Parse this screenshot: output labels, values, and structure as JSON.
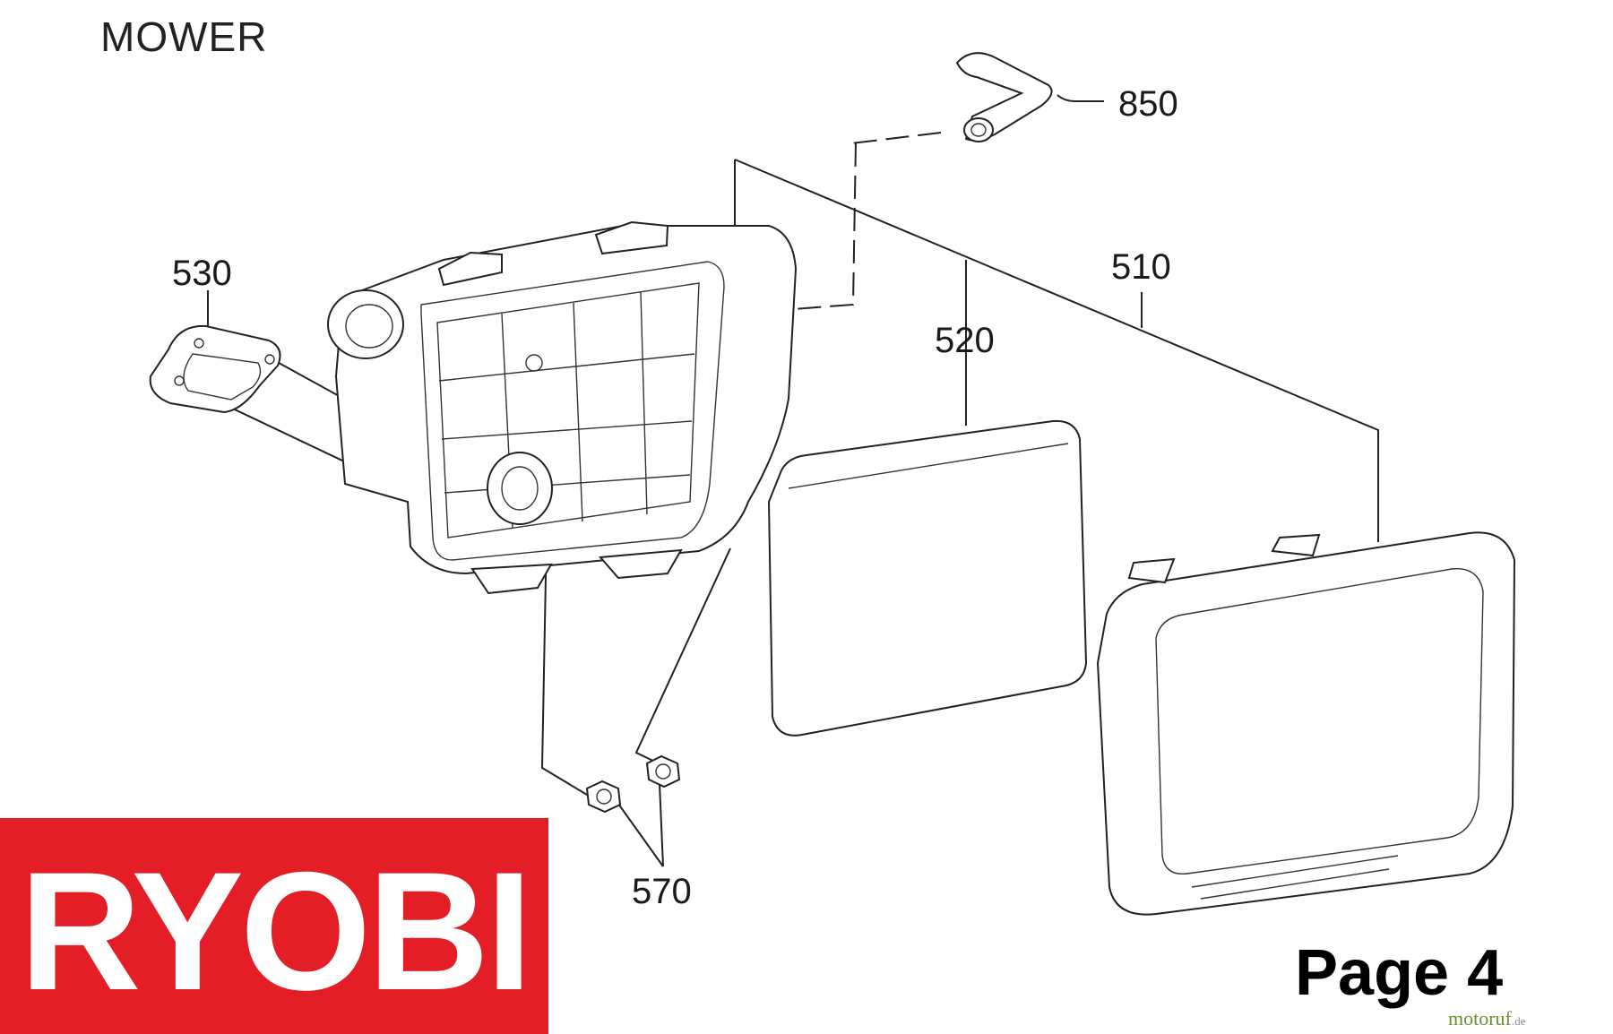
{
  "title": "MOWER",
  "callouts": {
    "c850": "850",
    "c510": "510",
    "c530": "530",
    "c520": "520",
    "c570": "570"
  },
  "logo": {
    "text": "RYOBI",
    "color": "#e31e26"
  },
  "page_label": "Page 4",
  "watermark": {
    "text": "motoruf",
    "suffix": ".de"
  }
}
